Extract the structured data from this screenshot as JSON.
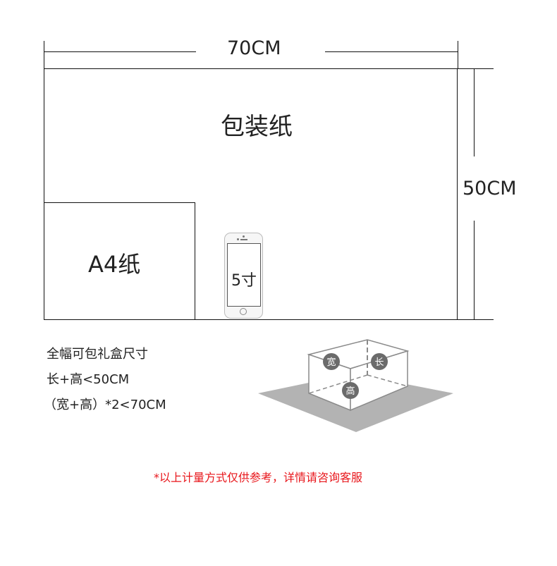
{
  "diagram": {
    "wrapping_paper": {
      "label": "包装纸",
      "width_label": "70CM",
      "height_label": "50CM"
    },
    "a4_paper": {
      "label": "A4纸"
    },
    "phone": {
      "label": "5寸",
      "icon": "smartphone-icon"
    },
    "box_illustration": {
      "icon": "gift-box-3d-icon",
      "badges": {
        "width": "宽",
        "length": "长",
        "height": "高"
      },
      "colors": {
        "floor": "#b3b3b3",
        "edge": "#8a8a8a",
        "badge_bg": "#6b6b6b",
        "badge_text": "#ffffff"
      }
    }
  },
  "info": {
    "lines": [
      "全幅可包礼盒尺寸",
      "长+高<50CM",
      "（宽+高）*2<70CM"
    ]
  },
  "note": {
    "text": "*以上计量方式仅供参考，详情请咨询客服",
    "color": "#e8161b"
  }
}
